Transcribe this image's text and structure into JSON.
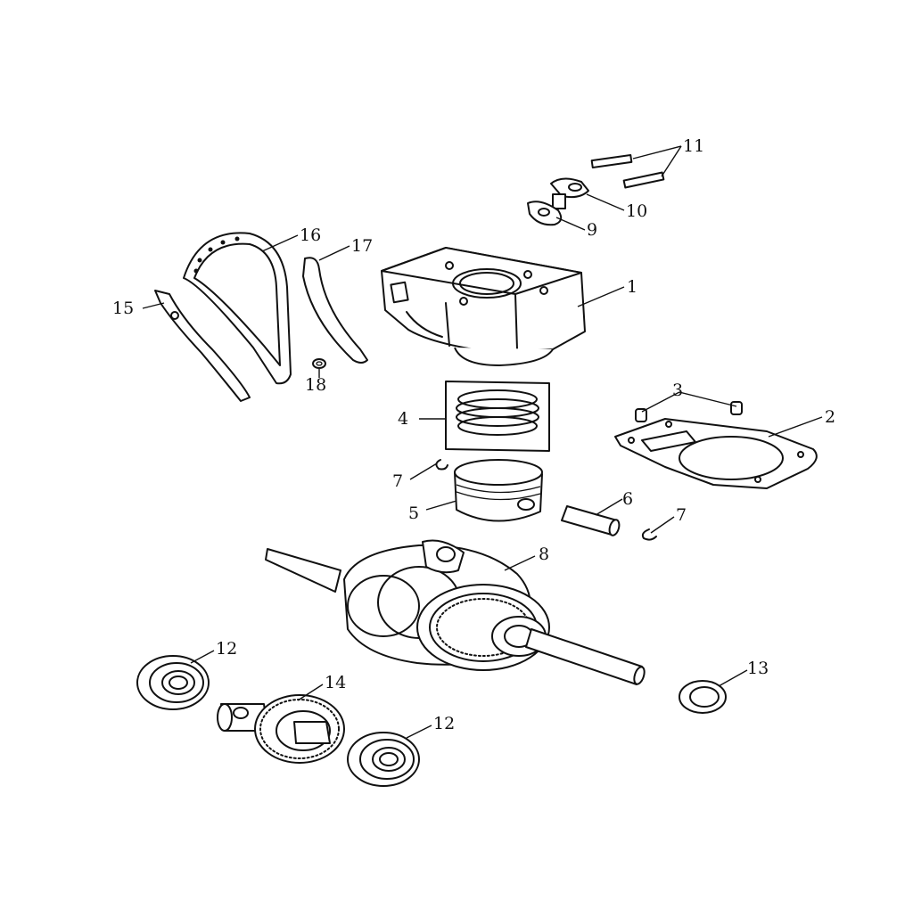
{
  "diagram": {
    "type": "exploded parts diagram",
    "callouts": {
      "c1": "1",
      "c2": "2",
      "c3": "3",
      "c4": "4",
      "c5": "5",
      "c6": "6",
      "c7a": "7",
      "c7b": "7",
      "c8": "8",
      "c9": "9",
      "c10": "10",
      "c11": "11",
      "c12a": "12",
      "c12b": "12",
      "c13": "13",
      "c14": "14",
      "c15": "15",
      "c16": "16",
      "c17": "17",
      "c18": "18"
    }
  }
}
